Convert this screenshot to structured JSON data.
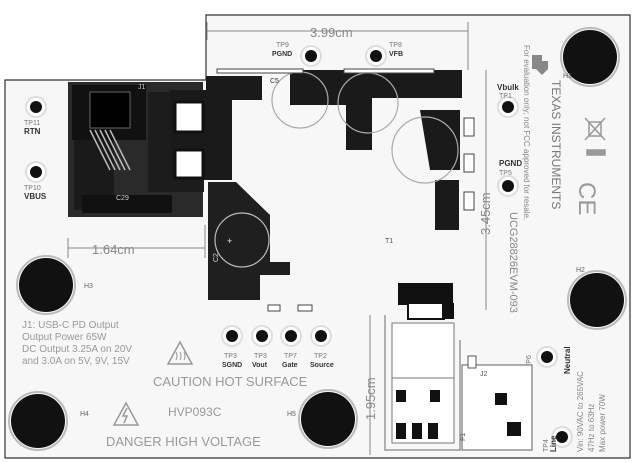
{
  "dimensions": {
    "width_top": "3.99cm",
    "height_right": "3.45cm",
    "width_left": "1.64cm",
    "height_bottom": "1.95cm"
  },
  "testpoints_left": [
    {
      "id": "TP11",
      "name": "RTN"
    },
    {
      "id": "TP10",
      "name": "VBUS"
    }
  ],
  "testpoints_top": [
    {
      "id": "TP9",
      "name": "PGND"
    },
    {
      "id": "TP8",
      "name": "VFB"
    }
  ],
  "testpoints_right": [
    {
      "id": "TP1",
      "name": "Vbulk"
    },
    {
      "id": "TP5",
      "name": "PGND"
    },
    {
      "id": "TP6",
      "name": "Neutral"
    },
    {
      "id": "TP4",
      "name": "Line"
    }
  ],
  "testpoints_bottom": [
    {
      "id": "TP3",
      "name": "SGND"
    },
    {
      "id": "TP3",
      "name": "Vout"
    },
    {
      "id": "TP7",
      "name": "Gate"
    },
    {
      "id": "TP2",
      "name": "Source"
    }
  ],
  "holes": [
    "H1",
    "H2",
    "H3",
    "H4",
    "H5"
  ],
  "components": [
    "J1",
    "J2",
    "C5",
    "C2",
    "C29",
    "T1",
    "F1"
  ],
  "brand": {
    "company": "TEXAS INSTRUMENTS",
    "disclaimer_1": "For evaluation only; not FCC approved for resale.",
    "board_id": "UCG28826EVM-093",
    "ce_mark": "CE"
  },
  "notes": {
    "j1_title": "J1: USB-C PD Output",
    "j1_power": "Output Power 65W",
    "j1_out1": "DC Output 3.25A on 20V",
    "j1_out2": "and 3.0A on 5V, 9V, 15V",
    "caution": "CAUTION HOT SURFACE",
    "board_code": "HVP093C",
    "danger": "DANGER HIGH VOLTAGE",
    "ac_input_1": "Vin: 90VAC to 265VAC",
    "ac_input_2": "47Hz to 63Hz",
    "ac_input_3": "Max power 70W"
  }
}
